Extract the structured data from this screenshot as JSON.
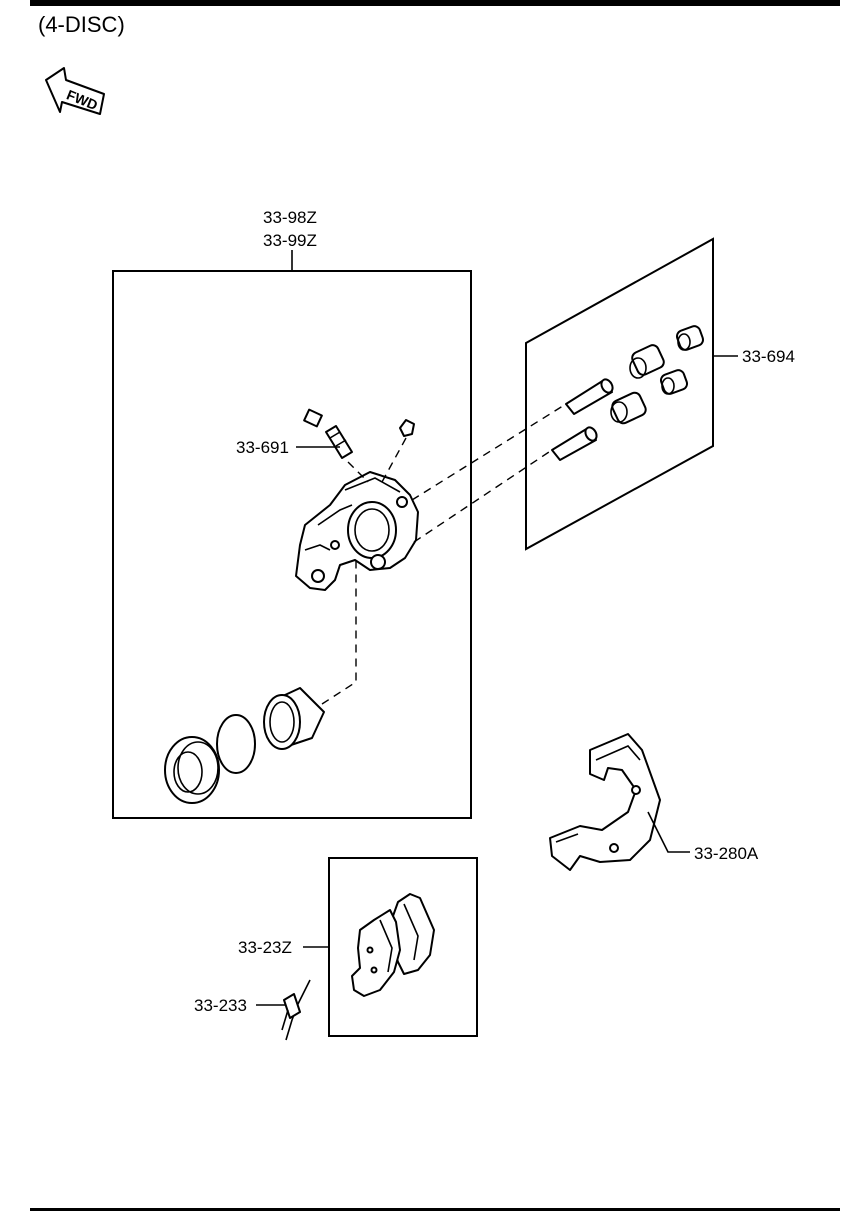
{
  "header": {
    "title": "(4-DISC)"
  },
  "fwd_arrow": {
    "label": "FWD",
    "icon": "fwd-arrow-icon"
  },
  "parts": {
    "caliper_assembly": {
      "labels": [
        "33-98Z",
        "33-99Z"
      ]
    },
    "bleeder_screw": {
      "label": "33-691"
    },
    "guide_pin_kit": {
      "label": "33-694"
    },
    "mounting_support": {
      "label": "33-280A"
    },
    "brake_pads": {
      "label": "33-23Z"
    },
    "pad_spring_clip": {
      "label": "33-233"
    }
  }
}
